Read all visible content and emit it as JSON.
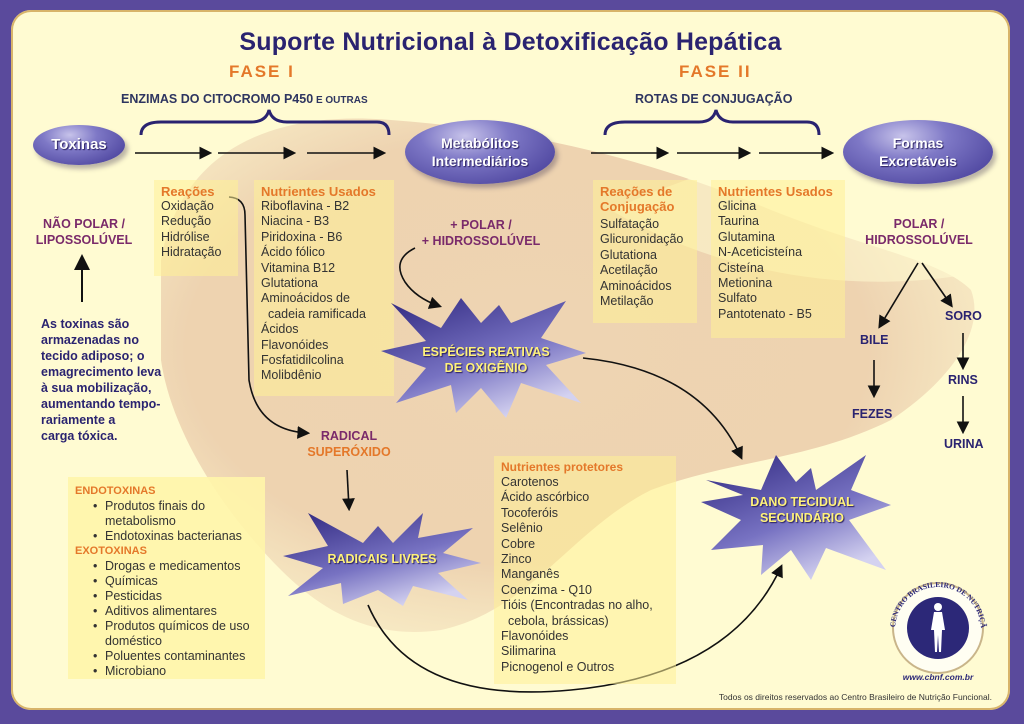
{
  "title": "Suporte Nutricional à Detoxificação Hepática",
  "phase1": {
    "label": "FASE I",
    "subtitle_main": "ENZIMAS DO CITOCROMO P450",
    "subtitle_small": " E OUTRAS"
  },
  "phase2": {
    "label": "FASE II",
    "subtitle": "ROTAS DE CONJUGAÇÃO"
  },
  "nodes": {
    "toxinas": "Toxinas",
    "metabolitos_l1": "Metabólitos",
    "metabolitos_l2": "Intermediários",
    "formas_l1": "Formas",
    "formas_l2": "Excretáveis"
  },
  "left": {
    "nao_polar_l1": "NÃO POLAR /",
    "nao_polar_l2": "LIPOSSOLÚVEL",
    "note": [
      "As toxinas são",
      "armazenadas no",
      "tecido adiposo; o",
      "emagrecimento leva",
      "à sua mobilização,",
      "aumentando tempo-",
      "rariamente a",
      "carga tóxica."
    ]
  },
  "reacoes": {
    "header": "Reações",
    "items": [
      "Oxidação",
      "Redução",
      "Hidrólise",
      "Hidratação"
    ]
  },
  "nutrientes1": {
    "header": "Nutrientes Usados",
    "items": [
      "Riboflavina - B2",
      "Niacina - B3",
      "Piridoxina - B6",
      "Ácido fólico",
      "Vitamina B12",
      "Glutationa",
      "Aminoácidos de",
      "  cadeia ramificada",
      "Ácidos",
      "Flavonóides",
      "Fosfatidilcolina",
      "Molibdênio"
    ]
  },
  "polar_plus": {
    "l1": "+ POLAR /",
    "l2": "+ HIDROSSOLÚVEL"
  },
  "reacoes_conj": {
    "header_l1": "Reações de",
    "header_l2": "Conjugação",
    "items": [
      "Sulfatação",
      "Glicuronidação",
      "Glutationa",
      "Acetilação",
      "Aminoácidos",
      "Metilação"
    ]
  },
  "nutrientes2": {
    "header": "Nutrientes Usados",
    "items": [
      "Glicina",
      "Taurina",
      "Glutamina",
      "N-Aceticisteína",
      "Cisteína",
      "Metionina",
      "Sulfato",
      "Pantotenato - B5"
    ]
  },
  "right": {
    "polar_l1": "POLAR /",
    "polar_l2": "HIDROSSOLÚVEL",
    "bile": "BILE",
    "fezes": "FEZES",
    "soro": "SORO",
    "rins": "RINS",
    "urina": "URINA"
  },
  "bursts": {
    "especies_l1": "ESPÉCIES REATIVAS",
    "especies_l2": "DE OXIGÊNIO",
    "radicais": "RADICAIS LIVRES",
    "dano_l1": "DANO TECIDUAL",
    "dano_l2": "SECUNDÁRIO"
  },
  "radical_superoxido": {
    "l1": "RADICAL",
    "l2": "SUPERÓXIDO"
  },
  "toxins_box": {
    "endo_header": "ENDOTOXINAS",
    "endo_items": [
      "Produtos finais do metabolismo",
      "Endotoxinas bacterianas"
    ],
    "exo_header": "EXOTOXINAS",
    "exo_items": [
      "Drogas e medicamentos",
      "Químicas",
      "Pesticidas",
      "Aditivos alimentares",
      "Produtos químicos de uso doméstico",
      "Poluentes contaminantes",
      "Microbiano"
    ]
  },
  "protetores": {
    "header": "Nutrientes protetores",
    "items": [
      "Carotenos",
      "Ácido ascórbico",
      "Tocoferóis",
      "Selênio",
      "Cobre",
      "Zinco",
      "Manganês",
      "Coenzima - Q10",
      "Tióis (Encontradas no alho,",
      "  cebola, brássicas)",
      "Flavonóides",
      "Silimarina",
      "Picnogenol e Outros"
    ]
  },
  "logo": {
    "ring_text": "CENTRO BRASILEIRO DE NUTRIÇÃO FUNCIONAL",
    "url": "www.cbnf.com.br"
  },
  "footer": "Todos os direitos reservados ao Centro Brasileiro de Nutrição Funcional.",
  "colors": {
    "frame": "#5a4a9c",
    "background": "#fffbd2",
    "title": "#2a2370",
    "phase": "#e4782a",
    "box_header": "#e4782a",
    "burst_text": "#fff27a"
  }
}
